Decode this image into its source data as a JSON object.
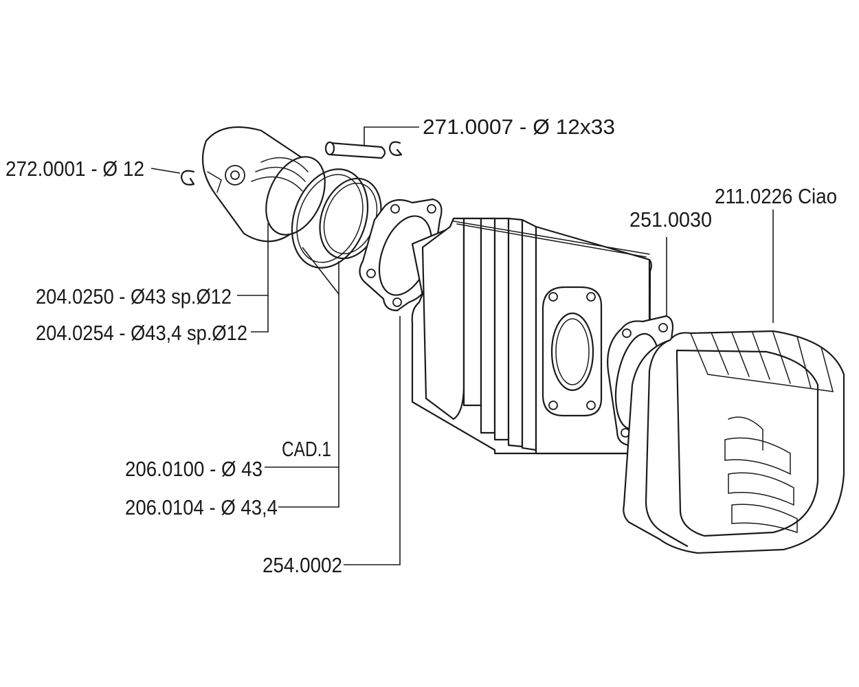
{
  "labels": {
    "piston_pin": "271.0007 - Ø 12x33",
    "pin_clip": "272.0001 - Ø 12",
    "cylinder_kit": "211.0226 Ciao",
    "head_gasket": "251.0030",
    "piston_a": "204.0250 - Ø43 sp.Ø12",
    "piston_b": "204.0254 - Ø43,4 sp.Ø12",
    "rings_qty": "CAD.1",
    "ring_a": "206.0100 - Ø 43",
    "ring_b": "206.0104 - Ø 43,4",
    "base_gasket": "254.0002"
  }
}
